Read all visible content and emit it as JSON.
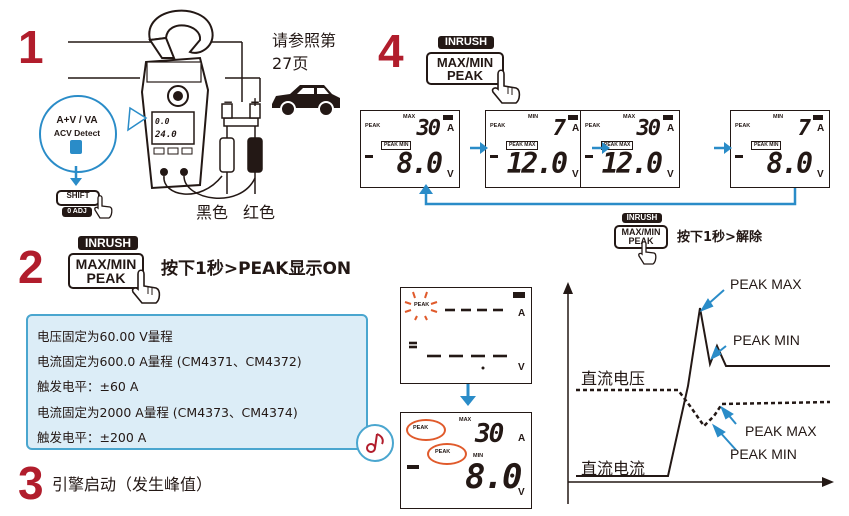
{
  "steps": {
    "s1": "1",
    "s2": "2",
    "s3": "3",
    "s4": "4"
  },
  "step1": {
    "ref_line1": "请参照第",
    "ref_line2": "27页",
    "black_label": "黑色",
    "red_label": "红色",
    "minus": "−",
    "plus": "+",
    "callout_top": "A+V / VA",
    "callout_bottom": "ACV Detect",
    "shift_label": "SHIFT",
    "shift_sub": "0 ADJ",
    "meter_top_value": "0.0",
    "meter_bottom_value": "24.0"
  },
  "inrush_tag": "INRUSH",
  "maxmin_label": "MAX/MIN",
  "peak_label": "PEAK",
  "step2": {
    "instruction": "按下1秒>PEAK显示ON"
  },
  "step4": {
    "cancel_instruction": "按下1秒>解除",
    "displays": [
      {
        "top_value": "30",
        "top_mark": "MAX",
        "box_label": "PEAK",
        "box_label2": "MIN",
        "bottom_value": "8.0"
      },
      {
        "top_value": "7",
        "top_mark": "MIN",
        "box_label": "PEAK MAX",
        "box_label2": "",
        "bottom_value": "12.0"
      },
      {
        "top_value": "30",
        "top_mark": "MAX",
        "box_label": "PEAK MAX",
        "box_label2": "",
        "bottom_value": "12.0"
      },
      {
        "top_value": "7",
        "top_mark": "MIN",
        "box_label": "PEAK",
        "box_label2": "MIN",
        "bottom_value": "8.0"
      }
    ],
    "unit_a": "A",
    "unit_v": "V"
  },
  "info": {
    "lines": [
      "电压固定为60.00 V量程",
      "电流固定为600.0 A量程 (CM4371、CM4372)",
      "触发电平：±60 A",
      "电流固定为2000 A量程 (CM4373、CM4374)",
      "触发电平：±200 A"
    ]
  },
  "step3": {
    "text": "引擎启动（发生峰值）"
  },
  "display_peak_on": {
    "peak": "PEAK"
  },
  "display_result": {
    "max_mark": "MAX",
    "min_mark": "MIN",
    "top_value": "30",
    "bottom_value": "8.0",
    "peak_a": "PEAK",
    "peak_b": "PEAK"
  },
  "graph": {
    "peak_max_top": "PEAK MAX",
    "peak_min_top": "PEAK MIN",
    "dc_voltage": "直流电压",
    "dc_current": "直流电流",
    "peak_max_bottom": "PEAK MAX",
    "peak_min_bottom": "PEAK MIN"
  },
  "colors": {
    "step_red": "#b11d2c",
    "arrow_blue": "#2a8cc8",
    "info_bg": "#dcedf7",
    "info_border": "#4aa6cf",
    "highlight_orange": "#e05a2b"
  }
}
